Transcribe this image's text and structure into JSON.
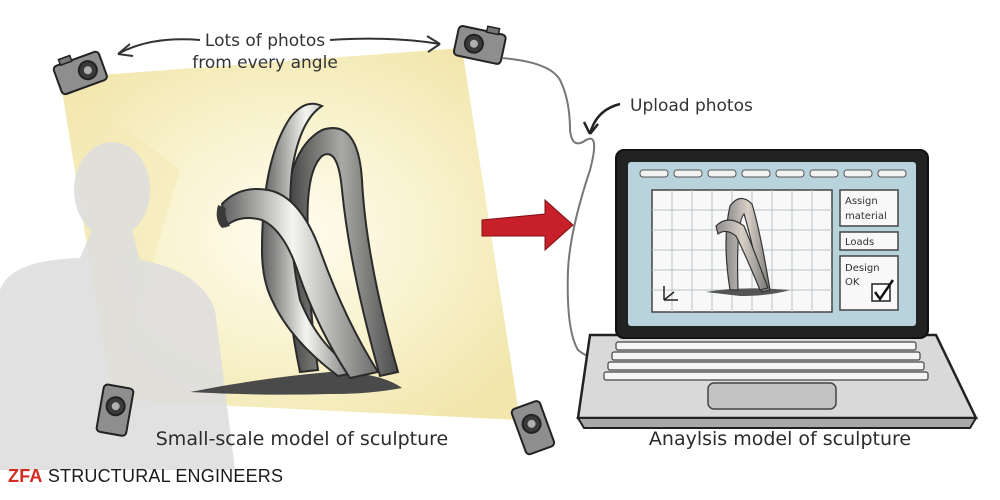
{
  "annotations": {
    "photos_line1": "Lots of photos",
    "photos_line2": "from every angle",
    "upload": "Upload photos",
    "model_caption": "Small-scale model of sculpture",
    "analysis_caption": "Anaylsis model of sculpture"
  },
  "laptop_screen": {
    "assign_line1": "Assign",
    "assign_line2": "material",
    "loads": "Loads",
    "design_line1": "Design",
    "design_line2": "OK"
  },
  "brand": {
    "acronym": "ZFA",
    "rest": "STRUCTURAL ENGINEERS"
  },
  "colors": {
    "arrow_red": "#c8202a",
    "light_beam": "#f6efc4",
    "screen_blue": "#b9d3dc",
    "brand_red": "#d42a20"
  }
}
